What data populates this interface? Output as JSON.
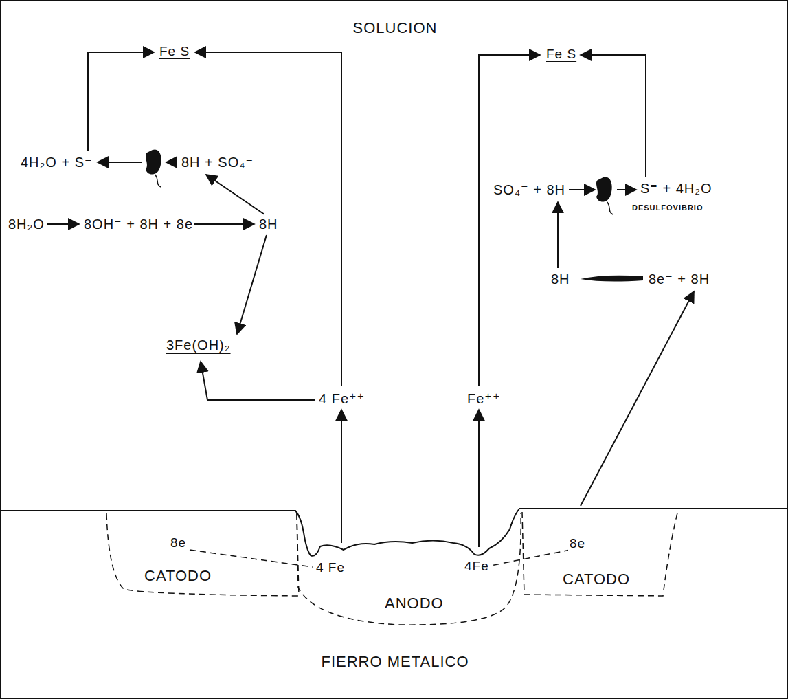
{
  "diagram": {
    "nodes": [
      {
        "text": [
          "8e",
          "CATODO"
        ]
      },
      {
        "text": [
          "4 Fe",
          "4Fe",
          "ANODO"
        ]
      },
      {
        "text": [
          "8e",
          "CATODO"
        ]
      }
    ],
    "labels": [
      "SOLUCION",
      "Fe S",
      "Fe S",
      "4H₂O + S⁼",
      "8H + SO₄⁼",
      "SO₄⁼ + 8H",
      "S⁼ + 4H₂O",
      "DESULFOVIBRIO",
      "8H",
      "8e⁻ + 8H",
      "8H₂O",
      "8OH⁻ + 8H + 8e",
      "8H",
      "3Fe(OH)₂",
      "4 Fe⁺⁺",
      "Fe⁺⁺",
      "FIERRO METALICO"
    ]
  }
}
